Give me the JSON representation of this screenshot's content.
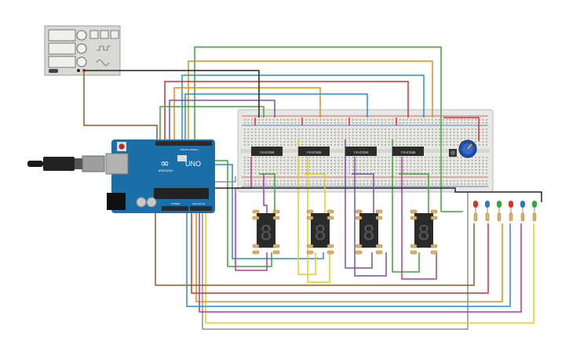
{
  "colors": {
    "background": "#ffffff",
    "arduino_board": "#1b6fa8",
    "arduino_header": "#2b2b2b",
    "breadboard": "#e7e7e3",
    "wire_green": "#3aa935",
    "wire_orange": "#e08b1c",
    "wire_blue": "#2a8ccf",
    "wire_brown": "#8a5a2b",
    "wire_red": "#d62e2e",
    "wire_magenta": "#b5379e",
    "wire_purple": "#7a4fb0",
    "wire_yellow": "#e6cf1a",
    "wire_gray": "#8f8f8f",
    "wire_black": "#222222",
    "led_red": "#d8332b",
    "led_green": "#2da93b",
    "led_blue": "#2f78c6"
  },
  "function_generator": {
    "indicator": "● ━"
  },
  "arduino": {
    "logo_mark": "∞",
    "brand": "ARDUINO",
    "model": "UNO",
    "digital_label": "DIGITAL (PWM~)",
    "power_label": "POWER",
    "analog_label": "ANALOG IN"
  },
  "decoders": [
    {
      "label": "74HC595"
    },
    {
      "label": "74HC595"
    },
    {
      "label": "74HC595"
    },
    {
      "label": "74HC595"
    }
  ],
  "displays": [
    {
      "digit": "8"
    },
    {
      "digit": "8"
    },
    {
      "digit": "8"
    },
    {
      "digit": "8"
    }
  ],
  "leds": [
    "red",
    "blue",
    "green",
    "red",
    "blue",
    "green"
  ]
}
